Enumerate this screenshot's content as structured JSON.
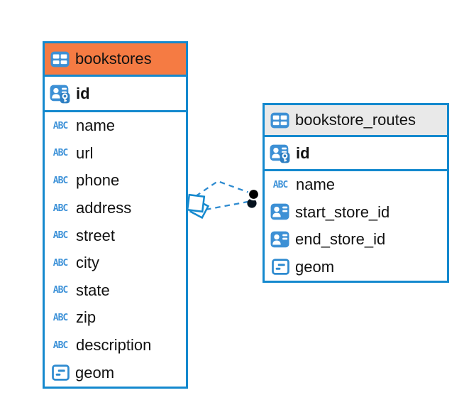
{
  "diagram": {
    "kind": "entity-relationship-diagram",
    "colors": {
      "table_border": "#1489CE",
      "selected_header_orange": "#F57B43",
      "header_gray": "#E9E9E9",
      "icon_blue": "#3D90D5",
      "text_type_blue": "#3E92D8",
      "relation_line_blue": "#2E8BD0",
      "endpoint_dot": "#000000"
    },
    "icons": {
      "text_type_glyph": "ABC",
      "table_icon": "table-grid",
      "primary_key_icon": "person-with-key",
      "reference_icon": "person-card",
      "geometry_icon": "box-with-lines"
    }
  },
  "tables": [
    {
      "name": "bookstores",
      "selected": true,
      "header_color": "#F57B43",
      "columns": [
        {
          "name": "id",
          "icon": "primary-key",
          "key": true
        },
        {
          "name": "name",
          "icon": "text"
        },
        {
          "name": "url",
          "icon": "text"
        },
        {
          "name": "phone",
          "icon": "text"
        },
        {
          "name": "address",
          "icon": "text"
        },
        {
          "name": "street",
          "icon": "text"
        },
        {
          "name": "city",
          "icon": "text"
        },
        {
          "name": "state",
          "icon": "text"
        },
        {
          "name": "zip",
          "icon": "text"
        },
        {
          "name": "description",
          "icon": "text"
        },
        {
          "name": "geom",
          "icon": "geometry"
        }
      ]
    },
    {
      "name": "bookstore_routes",
      "selected": false,
      "header_color": "#E9E9E9",
      "columns": [
        {
          "name": "id",
          "icon": "primary-key",
          "key": true
        },
        {
          "name": "name",
          "icon": "text"
        },
        {
          "name": "start_store_id",
          "icon": "reference"
        },
        {
          "name": "end_store_id",
          "icon": "reference"
        },
        {
          "name": "geom",
          "icon": "geometry"
        }
      ]
    }
  ],
  "relationship": {
    "source_table": "bookstores",
    "target_table": "bookstore_routes",
    "line_style": "dashed",
    "line_count": 2,
    "source_marker": "overlapping-diamonds",
    "target_marker": "stacked-dots"
  }
}
